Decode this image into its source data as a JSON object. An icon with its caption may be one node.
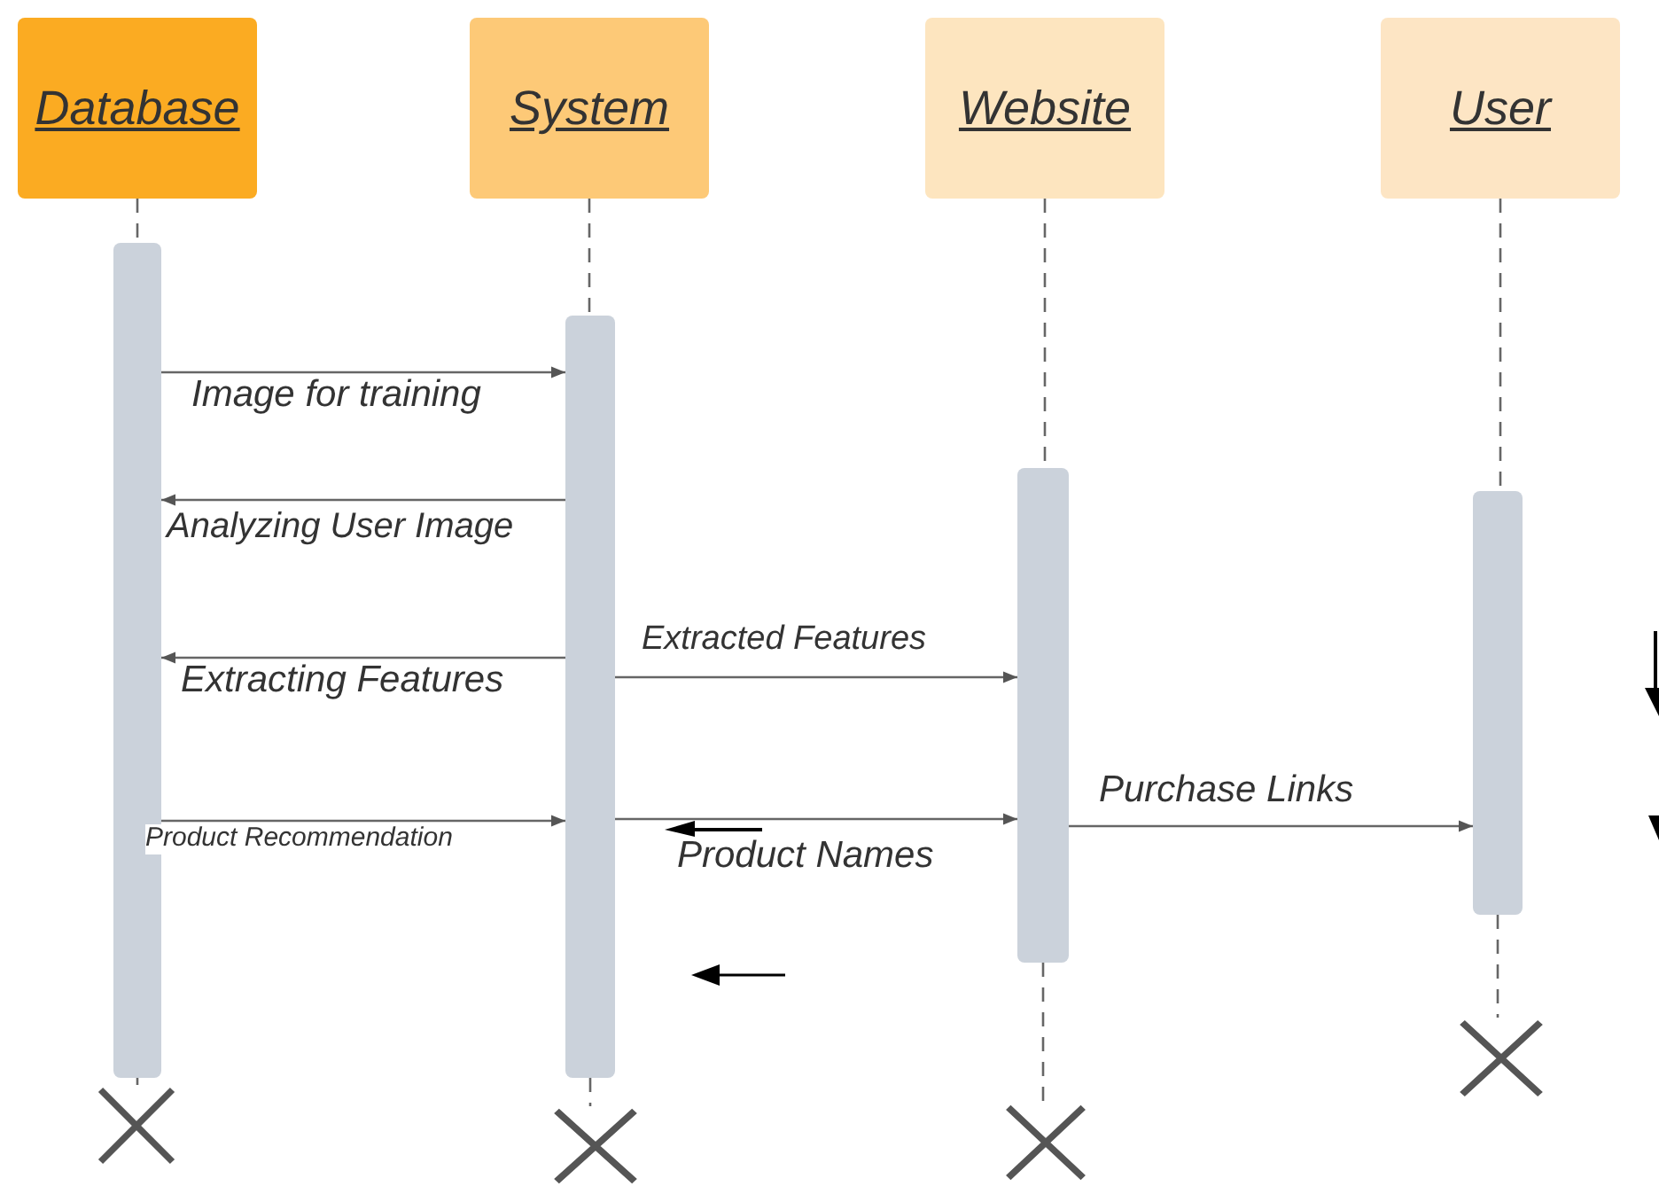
{
  "diagram": {
    "nodes": [
      {
        "text": [
          "Database"
        ]
      },
      {
        "text": [
          "System"
        ]
      },
      {
        "text": [
          "Website"
        ]
      },
      {
        "text": [
          "User"
        ]
      },
      {
        "text": [],
        "shape": "bar"
      },
      {
        "text": [],
        "shape": "bar"
      },
      {
        "text": [],
        "shape": "bar"
      },
      {
        "text": [],
        "shape": "bar"
      },
      {
        "text": [],
        "shape": "cross"
      },
      {
        "text": [],
        "shape": "cross"
      },
      {
        "text": [],
        "shape": "cross"
      },
      {
        "text": [],
        "shape": "cross"
      }
    ],
    "edges": [
      {
        "from": 0,
        "to": 4,
        "arrow": "none",
        "style": "dashed"
      },
      {
        "from": 1,
        "to": 5,
        "arrow": "none",
        "style": "dashed"
      },
      {
        "from": 2,
        "to": 6,
        "arrow": "none",
        "style": "dashed"
      },
      {
        "from": 3,
        "to": 7,
        "arrow": "none",
        "style": "dashed"
      },
      {
        "from": 4,
        "to": 8,
        "arrow": "none",
        "style": "dashed"
      },
      {
        "from": 5,
        "to": 9,
        "arrow": "none",
        "style": "dashed"
      },
      {
        "from": 6,
        "to": 10,
        "arrow": "none",
        "style": "dashed"
      },
      {
        "from": 7,
        "to": 11,
        "arrow": "none",
        "style": "dashed"
      },
      {
        "from": 4,
        "to": 5,
        "arrow": "to",
        "label": "Image for training"
      },
      {
        "from": 5,
        "to": 4,
        "arrow": "to",
        "label": "Analyzing User Image"
      },
      {
        "from": 5,
        "to": 4,
        "arrow": "to",
        "label": "Extracting Features"
      },
      {
        "from": 5,
        "to": 6,
        "arrow": "to",
        "label": "Extracted Features"
      },
      {
        "from": 4,
        "to": 5,
        "arrow": "to",
        "label": "Product Recommendation"
      },
      {
        "from": 5,
        "to": 6,
        "arrow": "to",
        "label": "Product Names"
      },
      {
        "from": 6,
        "to": 7,
        "arrow": "to",
        "label": "Purchase Links"
      }
    ]
  }
}
